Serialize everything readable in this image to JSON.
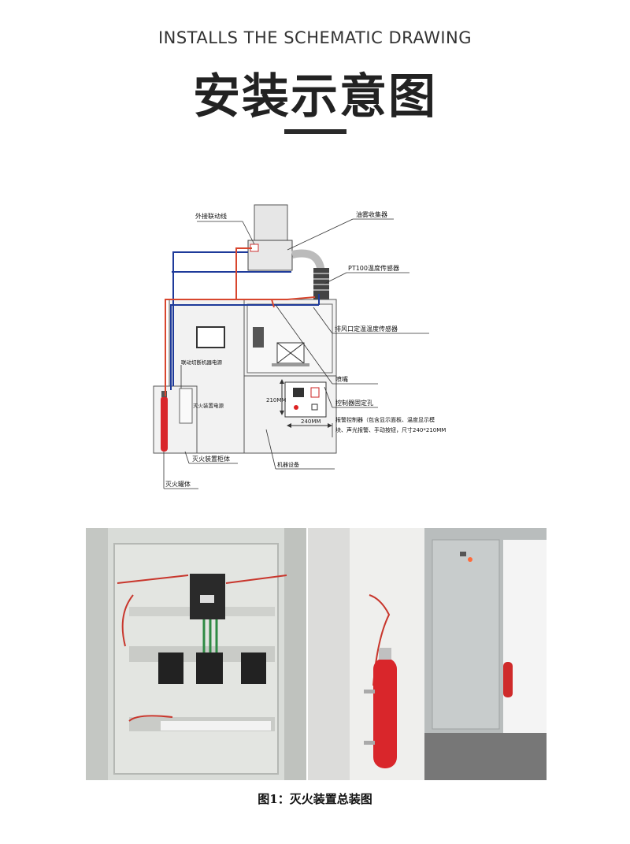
{
  "header": {
    "subtitle": "INSTALLS THE SCHEMATIC DRAWING",
    "title": "安装示意图"
  },
  "diagram": {
    "labels": {
      "external_linkage_line": "外接联动线",
      "oil_mist_collector": "油雾收集器",
      "pt100_sensor": "PT100温度传感器",
      "exhaust_sensor": "排风口定温温度传感器",
      "linkage_power_cut": "联动切断机器电源",
      "extinguisher_power": "灭火装置电源",
      "nozzle": "喷嘴",
      "controller_mount_hole": "控制器固定孔",
      "alarm_controller_line1": "报警控制器（包含显示面板、温度显示模",
      "alarm_controller_line2": "块、声光报警、手动按钮，尺寸240*210MM",
      "extinguisher_cabinet": "灭火装置柜体",
      "machine_equipment": "机器设备",
      "extinguisher_tank": "灭火罐体",
      "dim_height": "210MM",
      "dim_width": "240MM"
    },
    "colors": {
      "blue_wire": "#1e3a9a",
      "red_wire": "#d8462e",
      "tank_red": "#d9262b"
    }
  },
  "caption": "图1：灭火装置总装图"
}
